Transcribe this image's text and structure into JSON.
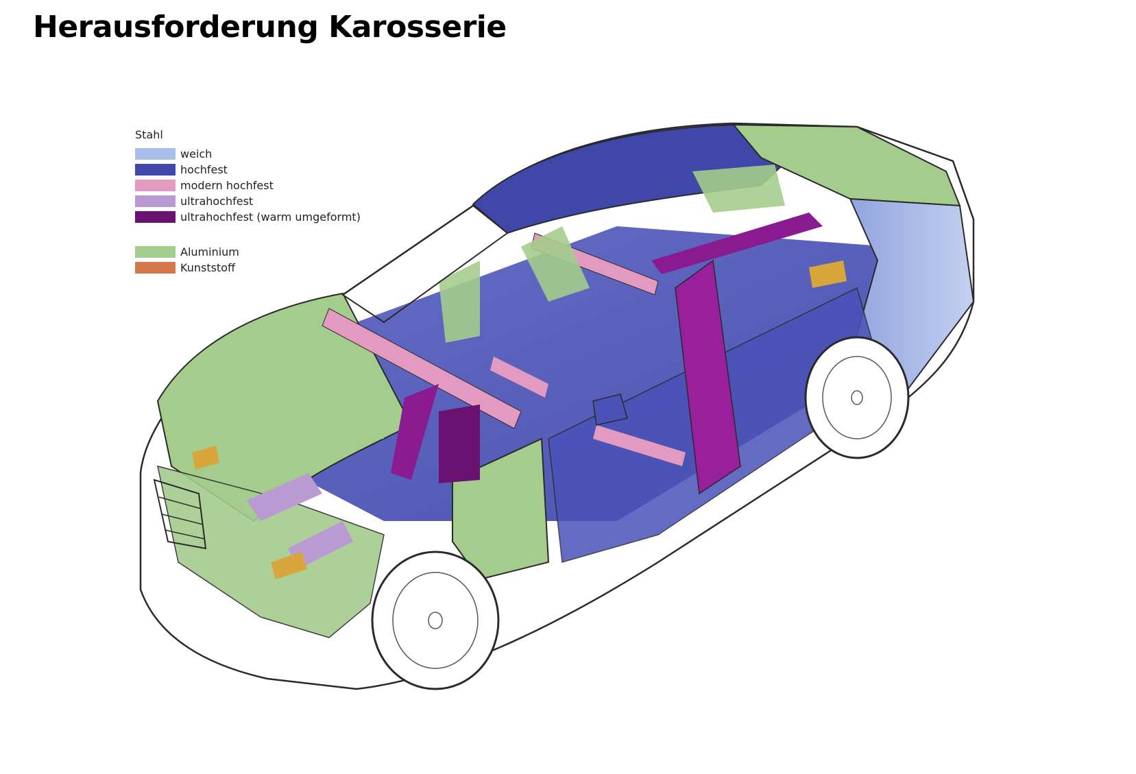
{
  "title": "Herausforderung Karosserie",
  "legend": {
    "heading": "Stahl",
    "items": [
      {
        "label": "weich",
        "color": "#a9bee8"
      },
      {
        "label": "hochfest",
        "color": "#3f47a8"
      },
      {
        "label": "modern hochfest",
        "color": "#e29ac0"
      },
      {
        "label": "ultrahochfest",
        "color": "#b99ad2"
      },
      {
        "label": "ultrahochfest (warm umgeformt)",
        "color": "#6a1272"
      },
      {
        "label": "Aluminium",
        "color": "#a4cc8c"
      },
      {
        "label": "Kunststoff",
        "color": "#d2784a"
      }
    ]
  }
}
